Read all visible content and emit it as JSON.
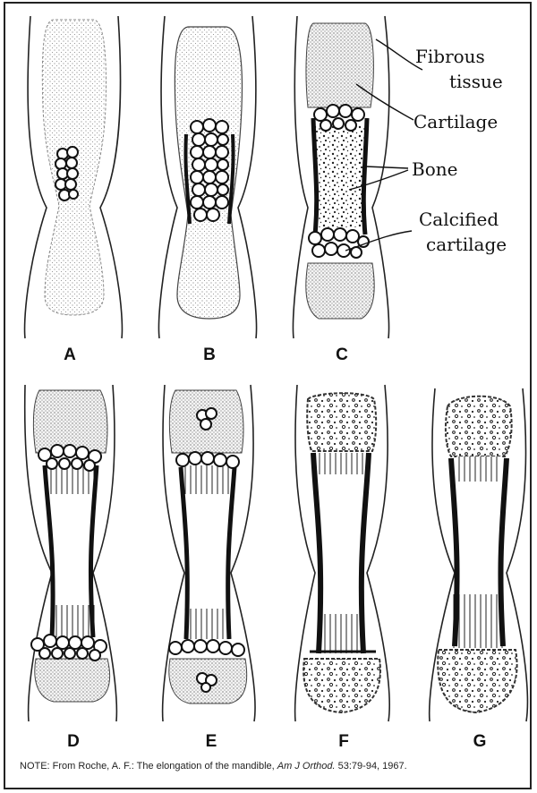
{
  "panels": [
    {
      "id": "A",
      "label": "A"
    },
    {
      "id": "B",
      "label": "B"
    },
    {
      "id": "C",
      "label": "C"
    },
    {
      "id": "D",
      "label": "D"
    },
    {
      "id": "E",
      "label": "E"
    },
    {
      "id": "F",
      "label": "F"
    },
    {
      "id": "G",
      "label": "G"
    }
  ],
  "callouts": {
    "fibrous_tissue": [
      "Fibrous",
      "tissue"
    ],
    "cartilage": "Cartilage",
    "bone": "Bone",
    "calcified_cartilage": [
      "Calcified",
      "cartilage"
    ]
  },
  "note": {
    "prefix": "NOTE: From Roche, A. F.: The elongation of the mandible, ",
    "journal": "Am J Orthod.",
    "suffix": " 53:79-94, 1967."
  }
}
